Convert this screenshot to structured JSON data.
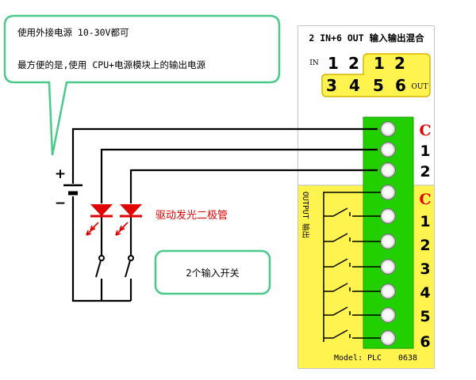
{
  "callout_top": {
    "line1": "使用外接电源  10-30V都可",
    "line2": "最方便的是,使用 CPU+电源模块上的输出电源"
  },
  "callout_switch": {
    "text": "2个输入开关"
  },
  "led_label": "驱动发光二极管",
  "battery": {
    "plus": "+",
    "minus": "−"
  },
  "module": {
    "header": "2 IN+6 OUT 输入输出混合",
    "in_label": "IN",
    "out_label": "OUT",
    "in_numbers": [
      "1",
      "2"
    ],
    "out_numbers_top": [
      "1",
      "2"
    ],
    "out_numbers_bottom": [
      "3",
      "4",
      "5",
      "6"
    ],
    "output_vertical": "OUTPUT 输出",
    "model_label": "Model:",
    "model_name": "PLC",
    "model_number": "0638"
  },
  "terminals": {
    "input_labels": [
      "C",
      "1",
      "2"
    ],
    "output_labels": [
      "C",
      "1",
      "2",
      "3",
      "4",
      "5",
      "6"
    ]
  },
  "colors": {
    "yellow": "#FFF44F",
    "terminal_green": "#22D000",
    "callout_green": "#49C98A",
    "red": "#E10000",
    "wire": "#000000"
  }
}
